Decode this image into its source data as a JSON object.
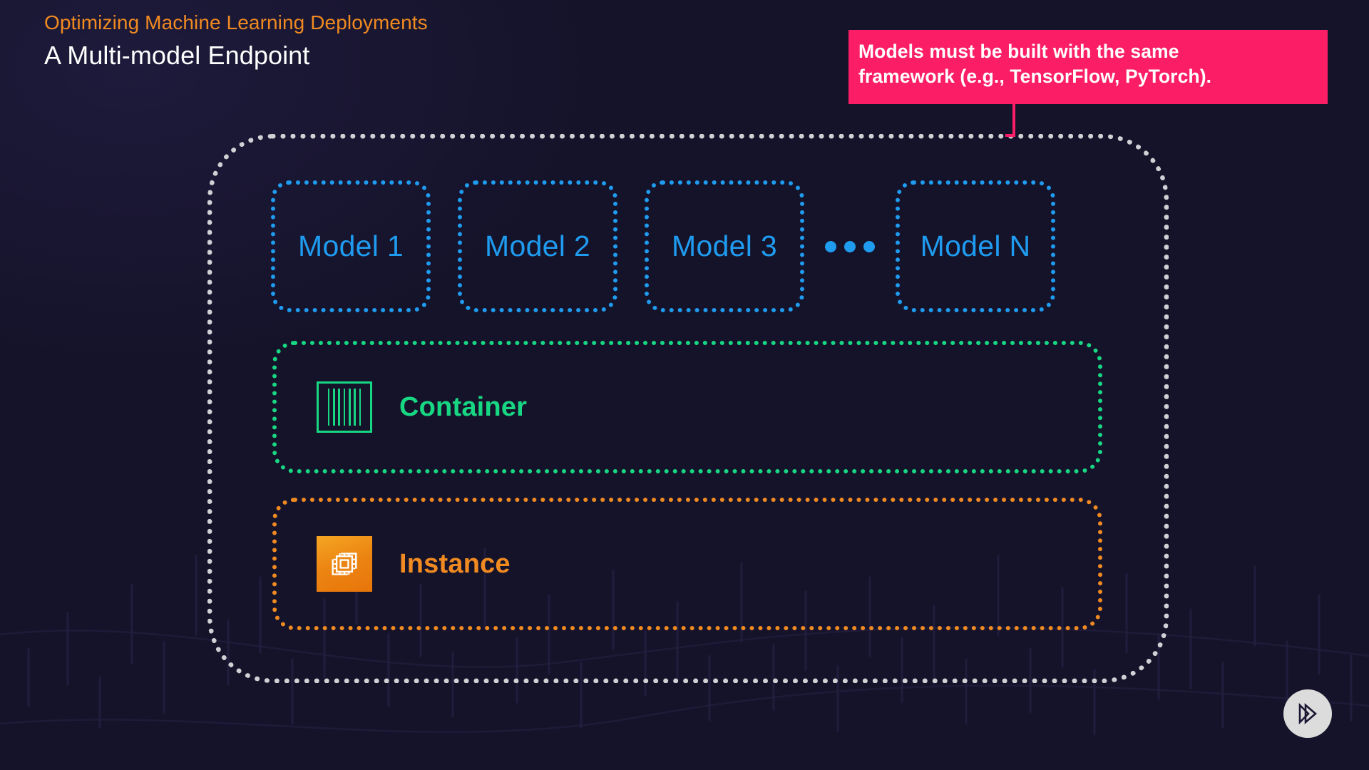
{
  "slide": {
    "background_color": "#15132a",
    "eyebrow": "Optimizing Machine Learning Deployments",
    "headline": "A Multi-model Endpoint"
  },
  "callout": {
    "background_color": "#FB1E67",
    "text_color": "#FFFFFF",
    "line1": "Models must be built with the same",
    "line2": "framework (e.g., TensorFlow, PyTorch).",
    "full_text": "Models must be built with the same framework (e.g., TensorFlow, PyTorch)."
  },
  "connector": {
    "color": "#FB1E67",
    "target": "Model N"
  },
  "endpoint": {
    "name": "multi-model-endpoint-boundary",
    "border_color": "#CFD1D4",
    "border_style": "dotted"
  },
  "models": {
    "border_color": "#1F9BF0",
    "text_color": "#1F9BF0",
    "ellipsis_label": "•••",
    "items": [
      {
        "label": "Model 1"
      },
      {
        "label": "Model 2"
      },
      {
        "label": "Model 3"
      },
      {
        "label": "Model N"
      }
    ]
  },
  "bands": [
    {
      "key": "container",
      "label": "Container",
      "color": "#18D783",
      "icon": "shipping-container-icon"
    },
    {
      "key": "instance",
      "label": "Instance",
      "color": "#F08A21",
      "icon": "aws-ec2-instance-icon"
    }
  ],
  "brand": {
    "badge_icon": "double-play-logo-icon",
    "badge_background": "#DCDCDC",
    "badge_glyph_color": "#1B1633"
  }
}
